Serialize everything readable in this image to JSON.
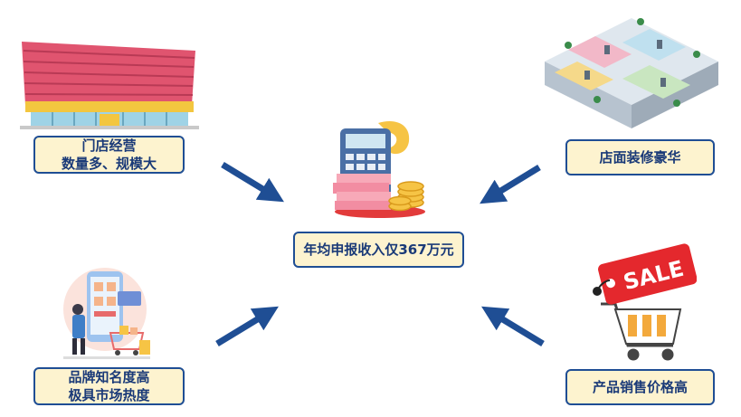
{
  "center": {
    "label": "年均申报收入仅367万元"
  },
  "top_left": {
    "line1": "门店经营",
    "line2": "数量多、规模大"
  },
  "top_right": {
    "line1": "店面装修豪华"
  },
  "bottom_left": {
    "line1": "品牌知名度高",
    "line2": "极具市场热度"
  },
  "bottom_right": {
    "line1": "产品销售价格高"
  },
  "sale_tag": {
    "text": "SALE"
  },
  "colors": {
    "box_fill": "#fdf3cf",
    "box_border": "#1f4e94",
    "arrow": "#1f4e94",
    "text": "#1a3a78"
  }
}
